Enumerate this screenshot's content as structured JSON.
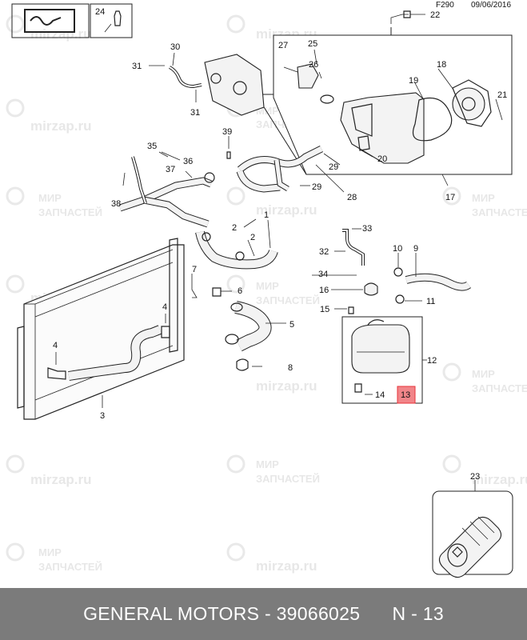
{
  "header": {
    "code": "F290",
    "date": "09/06/2016"
  },
  "watermark": {
    "site": "mirzap.ru",
    "brand_line1": "МИР",
    "brand_line2": "ЗАПЧАСТЕЙ"
  },
  "callouts": {
    "c1": "1",
    "c2": "2",
    "c2b": "2",
    "c3": "3",
    "c4": "4",
    "c4b": "4",
    "c5": "5",
    "c6": "6",
    "c7": "7",
    "c8": "8",
    "c9": "9",
    "c10": "10",
    "c11": "11",
    "c12": "12",
    "c13": "13",
    "c14": "14",
    "c15": "15",
    "c16": "16",
    "c17": "17",
    "c18": "18",
    "c19": "19",
    "c20": "20",
    "c21": "21",
    "c22": "22",
    "c23": "23",
    "c24": "24",
    "c25": "25",
    "c26": "26",
    "c27": "27",
    "c28": "28",
    "c29": "29",
    "c29b": "29",
    "c30": "30",
    "c31": "31",
    "c31b": "31",
    "c32": "32",
    "c33": "33",
    "c34": "34",
    "c35": "35",
    "c36": "36",
    "c37": "37",
    "c38": "38",
    "c39": "39"
  },
  "highlight_color": "#e8333a",
  "footer": {
    "brand": "GENERAL MOTORS",
    "separator": " - ",
    "part_number": "39066025",
    "position": "N - 13"
  }
}
